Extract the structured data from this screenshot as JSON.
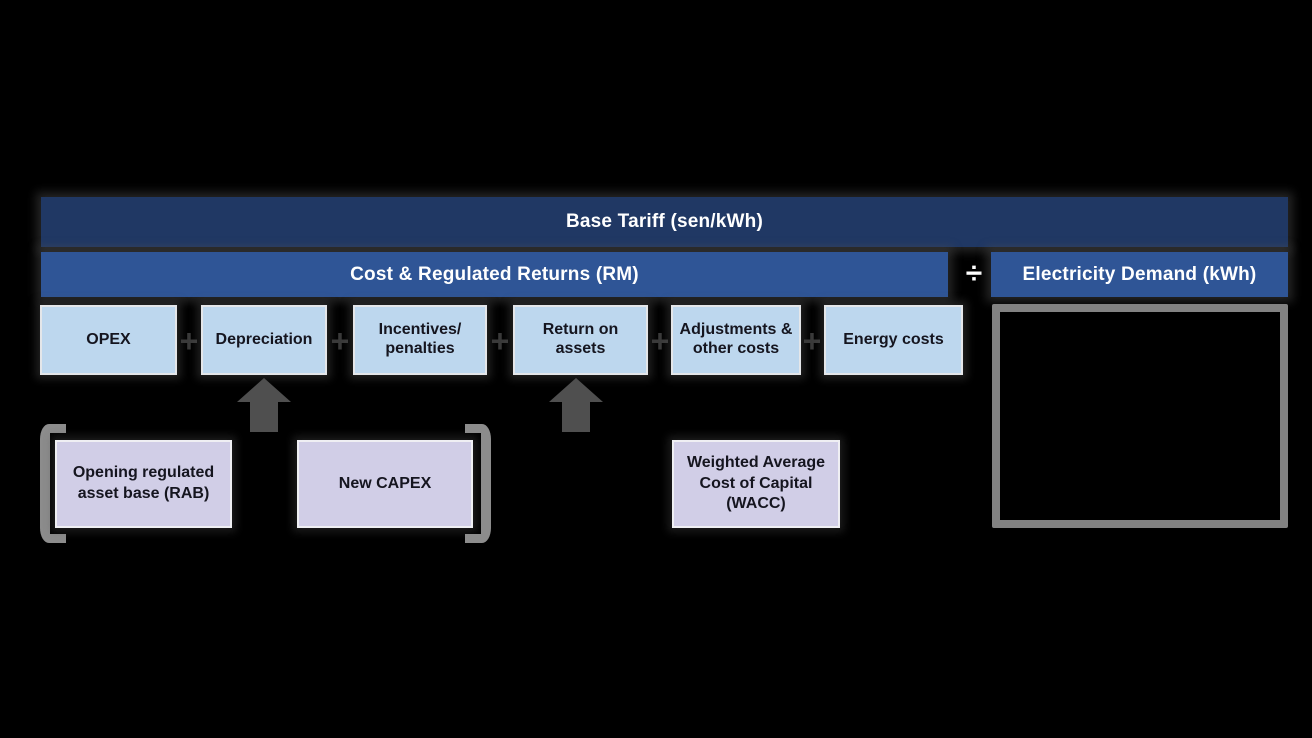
{
  "formula": {
    "base_tariff_label": "Base Tariff (sen/kWh)",
    "numerator_label": "Cost & Regulated Returns (RM)",
    "divide_symbol": "÷",
    "denominator_label": "Electricity Demand (kWh)",
    "plus_symbol": "+"
  },
  "cost_components": [
    {
      "label": "OPEX"
    },
    {
      "label": "Depreciation"
    },
    {
      "label": "Incentives/ penalties"
    },
    {
      "label": "Return on assets"
    },
    {
      "label": "Adjustments & other costs"
    },
    {
      "label": "Energy costs"
    }
  ],
  "return_drivers": [
    {
      "label": "Opening regulated asset base (RAB)"
    },
    {
      "label": "New CAPEX"
    },
    {
      "label": "Weighted Average Cost of Capital (WACC)"
    }
  ],
  "icons": {
    "up_arrow": "block-up-arrow",
    "left_bracket": "opening-parenthesis",
    "right_bracket": "closing-parenthesis",
    "demand_placeholder": "empty-gray-frame"
  },
  "colors": {
    "background": "#000000",
    "dark_navy_bar": "#203864",
    "blue_bar": "#2F5596",
    "light_blue_box": "#BDD7EE",
    "lavender_box": "#D1CEE7",
    "arrow_gray": "#4F4F4F",
    "bracket_gray": "#8C8C8C",
    "placeholder_border_gray": "#828282",
    "bar_text": "#FFFFFF",
    "box_text": "#15151F"
  }
}
